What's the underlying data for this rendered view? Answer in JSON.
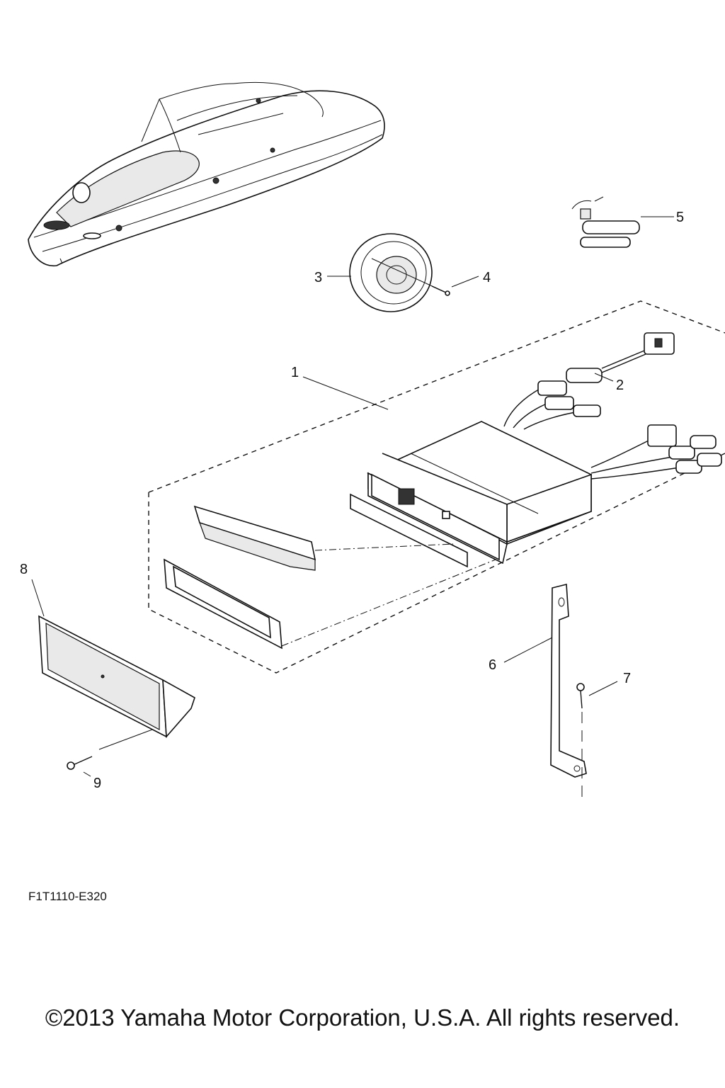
{
  "diagram": {
    "figure_code": "F1T1110-E320",
    "copyright": "©2013 Yamaha Motor Corporation, U.S.A. All rights reserved.",
    "callouts": [
      "1",
      "2",
      "3",
      "4",
      "5",
      "6",
      "7",
      "8",
      "9"
    ]
  }
}
